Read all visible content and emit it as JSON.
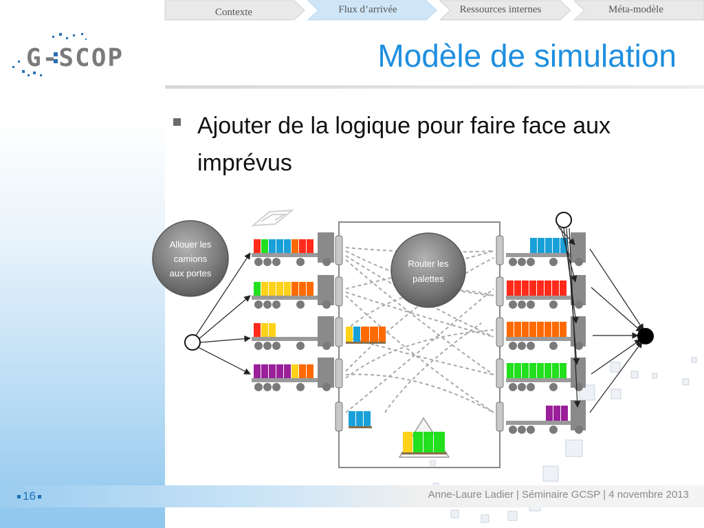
{
  "nav": {
    "steps": [
      {
        "label": "Contexte",
        "active": false
      },
      {
        "label": "Flux d’arrivée",
        "active": true
      },
      {
        "label": "Ressources internes",
        "active": false
      },
      {
        "label": "Méta-modèle",
        "active": false
      }
    ]
  },
  "logo": {
    "text": "G-SCOP"
  },
  "title": "Modèle de simulation",
  "bullet": "Ajouter de la logique pour faire face aux imprévus",
  "diagram": {
    "allocate_node": [
      "Allouer les",
      "camions",
      "aux portes"
    ],
    "route_node": [
      "Router les",
      "palettes"
    ]
  },
  "colors": {
    "title_blue": "#1e8fe0",
    "red": "#ff2a1a",
    "green": "#22e01e",
    "blue": "#1aa0d8",
    "yellow": "#ffd21a",
    "orange": "#ff6a00",
    "purple": "#9a1f9a"
  },
  "footer": {
    "page": "16",
    "text": "Anne-Laure Ladier | Séminaire GCSP | 4 novembre 2013"
  }
}
